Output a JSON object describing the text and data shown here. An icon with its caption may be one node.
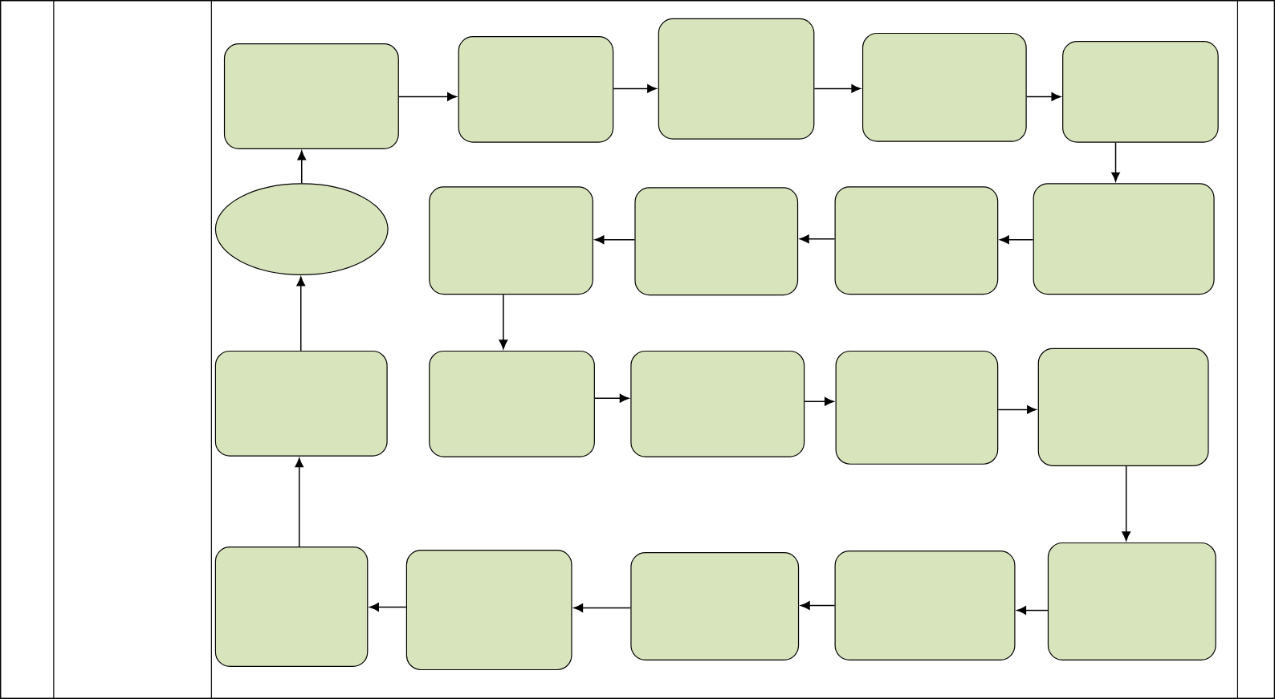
{
  "diagram": {
    "nodes": [
      {
        "text": [],
        "shape": "box"
      },
      {
        "text": [],
        "shape": "box"
      },
      {
        "text": [],
        "shape": "box"
      },
      {
        "text": [],
        "shape": "box"
      },
      {
        "text": [],
        "shape": "box"
      },
      {
        "text": [],
        "shape": "ellipse"
      },
      {
        "text": [],
        "shape": "box"
      },
      {
        "text": [],
        "shape": "box"
      },
      {
        "text": [],
        "shape": "box"
      },
      {
        "text": [],
        "shape": "box"
      },
      {
        "text": [],
        "shape": "box"
      },
      {
        "text": [],
        "shape": "box"
      },
      {
        "text": [],
        "shape": "box"
      },
      {
        "text": [],
        "shape": "box"
      },
      {
        "text": [],
        "shape": "box"
      },
      {
        "text": [],
        "shape": "box"
      },
      {
        "text": [],
        "shape": "box"
      },
      {
        "text": [],
        "shape": "box"
      },
      {
        "text": [],
        "shape": "box"
      },
      {
        "text": [],
        "shape": "box"
      }
    ],
    "edges": [
      {
        "from": 0,
        "to": 1,
        "arrow": "to"
      },
      {
        "from": 1,
        "to": 2,
        "arrow": "to"
      },
      {
        "from": 2,
        "to": 3,
        "arrow": "to"
      },
      {
        "from": 3,
        "to": 4,
        "arrow": "to"
      },
      {
        "from": 4,
        "to": 9,
        "arrow": "to"
      },
      {
        "from": 9,
        "to": 8,
        "arrow": "to"
      },
      {
        "from": 8,
        "to": 7,
        "arrow": "to"
      },
      {
        "from": 7,
        "to": 6,
        "arrow": "to"
      },
      {
        "from": 6,
        "to": 11,
        "arrow": "to"
      },
      {
        "from": 11,
        "to": 12,
        "arrow": "to"
      },
      {
        "from": 12,
        "to": 13,
        "arrow": "to"
      },
      {
        "from": 13,
        "to": 14,
        "arrow": "to"
      },
      {
        "from": 14,
        "to": 19,
        "arrow": "to"
      },
      {
        "from": 19,
        "to": 18,
        "arrow": "to"
      },
      {
        "from": 18,
        "to": 17,
        "arrow": "to"
      },
      {
        "from": 17,
        "to": 16,
        "arrow": "to"
      },
      {
        "from": 16,
        "to": 15,
        "arrow": "to"
      },
      {
        "from": 15,
        "to": 10,
        "arrow": "to"
      },
      {
        "from": 10,
        "to": 5,
        "arrow": "to"
      },
      {
        "from": 5,
        "to": 0,
        "arrow": "to"
      }
    ]
  }
}
